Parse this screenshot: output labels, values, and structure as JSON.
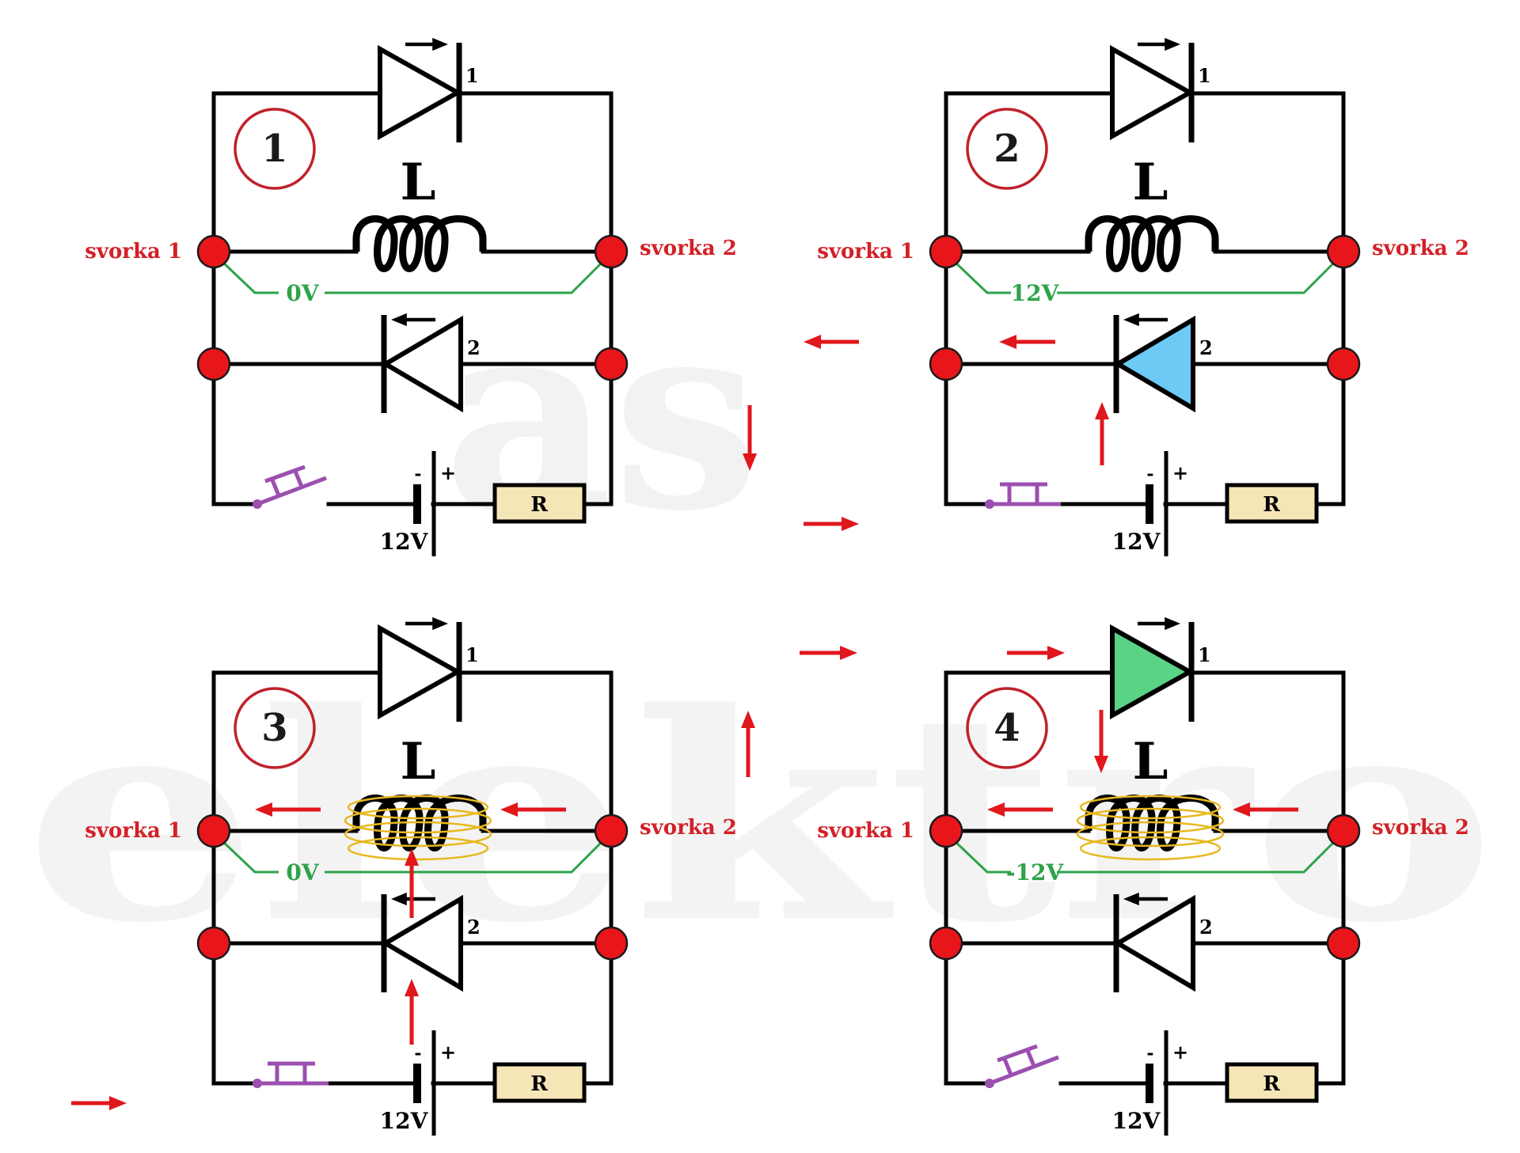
{
  "watermark": {
    "top": "as",
    "bottom": "elektro"
  },
  "colors": {
    "wire": "#000000",
    "node": "#e8161b",
    "label_red": "#d42027",
    "voltage": "#2ea34a",
    "current_arrow": "#e0171d",
    "switch": "#9b4fb0",
    "resistor_fill": "#f5e6b8",
    "diode_conducting_blue": "#6dcaf5",
    "diode_conducting_green": "#5ad484",
    "field": "#e8b820",
    "circle": "#c0212a"
  },
  "panels": [
    {
      "number": "1",
      "svorka1": "svorka 1",
      "svorka2": "svorka 2",
      "inductor": "L",
      "voltage": "0V",
      "d1": "1",
      "d2": "2",
      "battery": "12V",
      "battery_minus": "-",
      "battery_plus": "+",
      "resistor": "R",
      "switch": "open",
      "d1_fill": "none",
      "d2_fill": "none",
      "field": false,
      "currents": []
    },
    {
      "number": "2",
      "svorka1": "svorka 1",
      "svorka2": "svorka 2",
      "inductor": "L",
      "voltage": "12V",
      "d1": "1",
      "d2": "2",
      "battery": "12V",
      "battery_minus": "-",
      "battery_plus": "+",
      "resistor": "R",
      "switch": "closed",
      "d1_fill": "none",
      "d2_fill": "blue",
      "field": false,
      "currents": [
        "d2-left-in",
        "d2-left-out",
        "left-down",
        "switch-right",
        "right-up"
      ]
    },
    {
      "number": "3",
      "svorka1": "svorka 1",
      "svorka2": "svorka 2",
      "inductor": "L",
      "voltage": "0V",
      "d1": "1",
      "d2": "2",
      "battery": "12V",
      "battery_minus": "-",
      "battery_plus": "+",
      "resistor": "R",
      "switch": "closed",
      "d1_fill": "none",
      "d2_fill": "none",
      "field": true,
      "currents": [
        "coil-left-a",
        "coil-left-b",
        "left-down-upper",
        "left-down-lower",
        "switch-right",
        "right-up-upper",
        "right-up-lower"
      ]
    },
    {
      "number": "4",
      "svorka1": "svorka 1",
      "svorka2": "svorka 2",
      "inductor": "L",
      "voltage": "-12V",
      "d1": "1",
      "d2": "2",
      "battery": "12V",
      "battery_minus": "-",
      "battery_plus": "+",
      "resistor": "R",
      "switch": "open",
      "d1_fill": "green",
      "d2_fill": "none",
      "field": true,
      "currents": [
        "top-left-right",
        "top-right-right",
        "right-down",
        "left-up",
        "coil-left-a",
        "coil-left-b"
      ]
    }
  ]
}
